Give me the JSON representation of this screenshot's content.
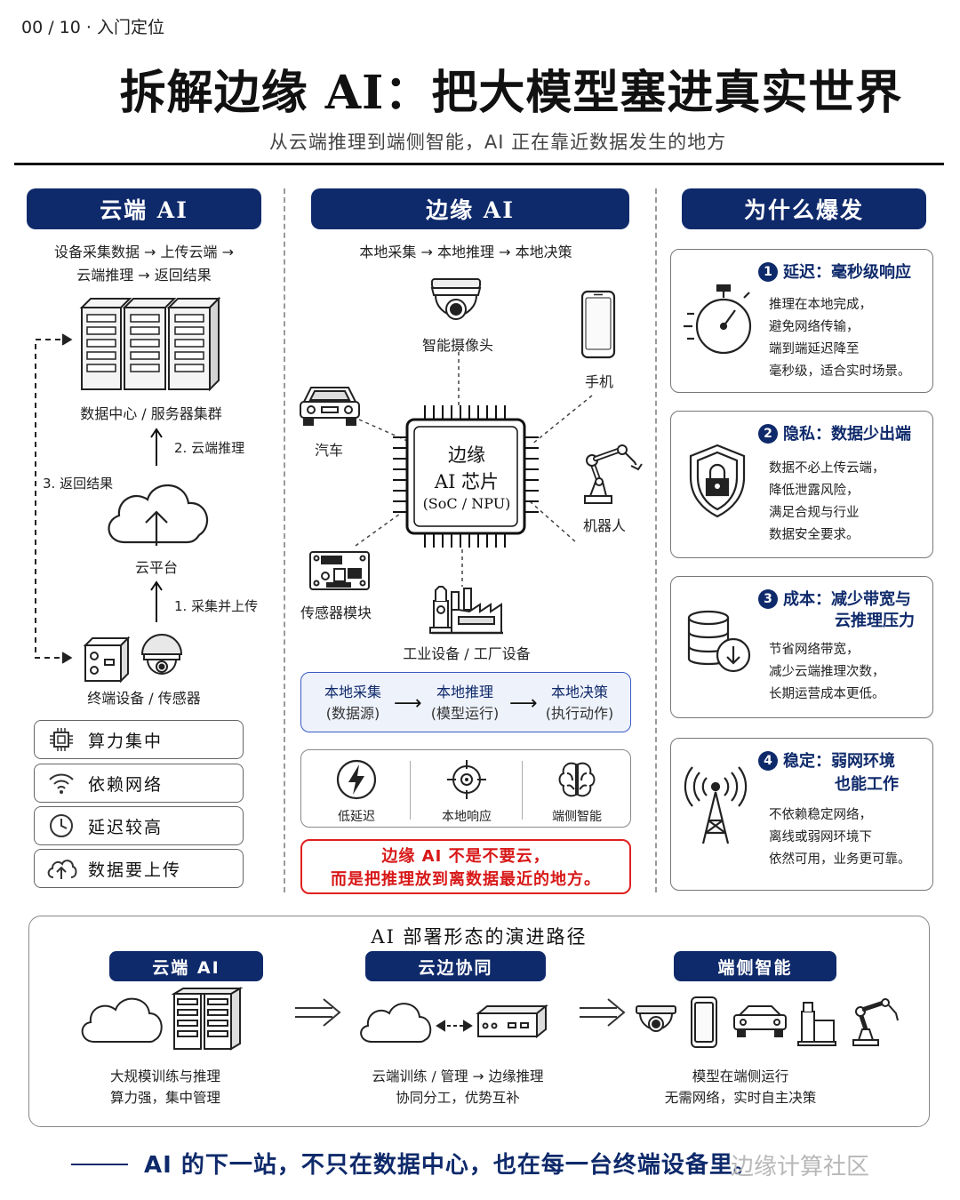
{
  "header": {
    "page_counter": "00 / 10  ·  入门定位",
    "title": "拆解边缘 AI：把大模型塞进真实世界",
    "subtitle": "从云端推理到端侧智能，AI 正在靠近数据发生的地方"
  },
  "cloud": {
    "header": "云端 AI",
    "flow_line1": "设备采集数据 → 上传云端 →",
    "flow_line2": "云端推理 → 返回结果",
    "datacenter_label": "数据中心 / 服务器集群",
    "step2": "2. 云端推理",
    "step3": "3. 返回结果",
    "platform_label": "云平台",
    "step1": "1. 采集并上传",
    "devices_label": "终端设备 / 传感器",
    "features": [
      {
        "icon": "chip-icon",
        "label": "算力集中"
      },
      {
        "icon": "wifi-icon",
        "label": "依赖网络"
      },
      {
        "icon": "clock-icon",
        "label": "延迟较高"
      },
      {
        "icon": "cloud-upload-icon",
        "label": "数据要上传"
      }
    ]
  },
  "edge": {
    "header": "边缘 AI",
    "flow_line": "本地采集 → 本地推理 → 本地决策",
    "chip_line1": "边缘",
    "chip_line2": "AI 芯片",
    "chip_line3": "(SoC / NPU)",
    "devices": {
      "camera": "智能摄像头",
      "phone": "手机",
      "car": "汽车",
      "robot": "机器人",
      "sensor": "传感器模块",
      "factory": "工业设备 / 工厂设备"
    },
    "flow_box": [
      {
        "title": "本地采集",
        "sub": "(数据源)"
      },
      {
        "title": "本地推理",
        "sub": "(模型运行)"
      },
      {
        "title": "本地决策",
        "sub": "(执行动作)"
      }
    ],
    "badges": [
      "低延迟",
      "本地响应",
      "端侧智能"
    ],
    "callout_line1": "边缘 AI 不是不要云，",
    "callout_line2": "而是把推理放到离数据最近的地方。"
  },
  "why": {
    "header": "为什么爆发",
    "cards": [
      {
        "num": "1",
        "title": "延迟：毫秒级响应",
        "title2": "",
        "body": "推理在本地完成，\n避免网络传输，\n端到端延迟降至\n毫秒级，适合实时场景。"
      },
      {
        "num": "2",
        "title": "隐私：数据少出端",
        "title2": "",
        "body": "数据不必上传云端，\n降低泄露风险，\n满足合规与行业\n数据安全要求。"
      },
      {
        "num": "3",
        "title": "成本：减少带宽与",
        "title2": "云推理压力",
        "body": "节省网络带宽，\n减少云端推理次数，\n长期运营成本更低。"
      },
      {
        "num": "4",
        "title": "稳定：弱网环境",
        "title2": "也能工作",
        "body": "不依赖稳定网络，\n离线或弱网环境下\n依然可用，业务更可靠。"
      }
    ]
  },
  "evolution": {
    "title": "AI 部署形态的演进路径",
    "stages": [
      {
        "tag": "云端 AI",
        "line1": "大规模训练与推理",
        "line2": "算力强，集中管理"
      },
      {
        "tag": "云边协同",
        "line1": "云端训练 / 管理 → 边缘推理",
        "line2": "协同分工，优势互补"
      },
      {
        "tag": "端侧智能",
        "line1": "模型在端侧运行",
        "line2": "无需网络，实时自主决策"
      }
    ]
  },
  "footer": {
    "text": "AI 的下一站，不只在数据中心，也在每一台终端设备里。",
    "watermark": "边缘计算社区"
  },
  "colors": {
    "navy": "#0f2a6b",
    "alert_red": "#d81818",
    "flow_box_bg": "#eef2fb"
  }
}
